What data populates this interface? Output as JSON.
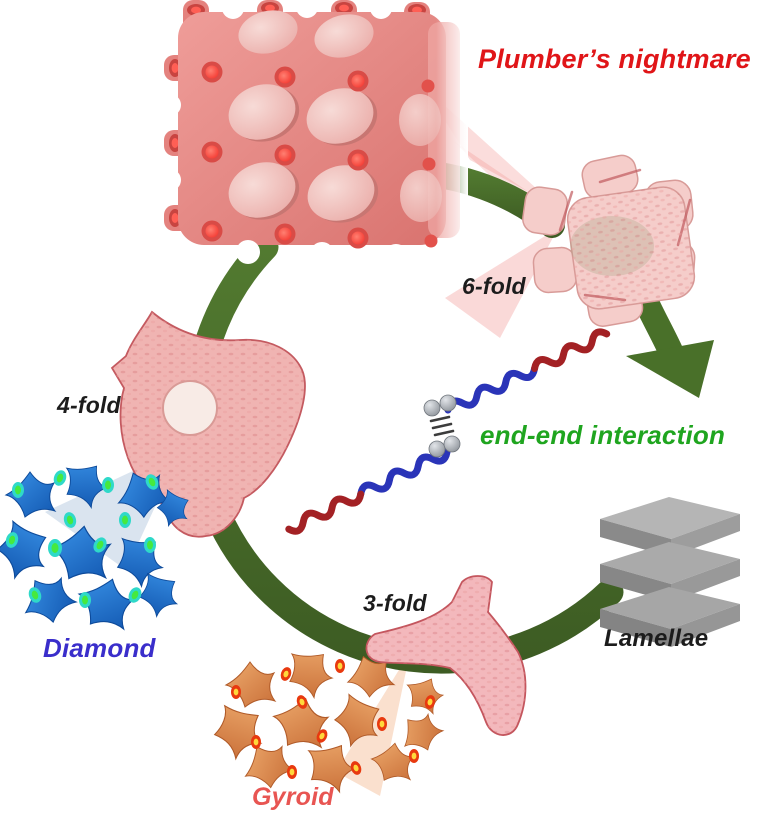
{
  "labels": {
    "plumbers_nightmare": "Plumber’s nightmare",
    "six_fold": "6-fold",
    "end_end_interaction": "end-end interaction",
    "four_fold": "4-fold",
    "diamond": "Diamond",
    "three_fold": "3-fold",
    "gyroid": "Gyroid",
    "lamellae": "Lamellae"
  },
  "colors": {
    "plumbers_nightmare_label": "#e01518",
    "end_end_interaction_label": "#1fa51f",
    "diamond_label": "#3a2ecb",
    "gyroid_label": "#e85552",
    "fold_labels": "#1c1c1c",
    "lamellae_label": "#1c1c1c",
    "cycle_arrow_green": "#497029",
    "network_pink": "#e4827e",
    "network_red_dot": "#f5201d",
    "diamond_network_blue": "#1d72d4",
    "diamond_node_cyan": "#2fd9c9",
    "diamond_node_green": "#46e93e",
    "gyroid_network_orange": "#dd8a55",
    "gyroid_hotspot_red": "#e8390f",
    "gyroid_hotspot_yellow": "#ffd83c",
    "lamellae_gray": "#a8a8a8",
    "chain_outer_block_red": "#a32124",
    "chain_inner_block_blue": "#2a34b8",
    "chain_end_bead_gray": "#9aa0a8"
  }
}
